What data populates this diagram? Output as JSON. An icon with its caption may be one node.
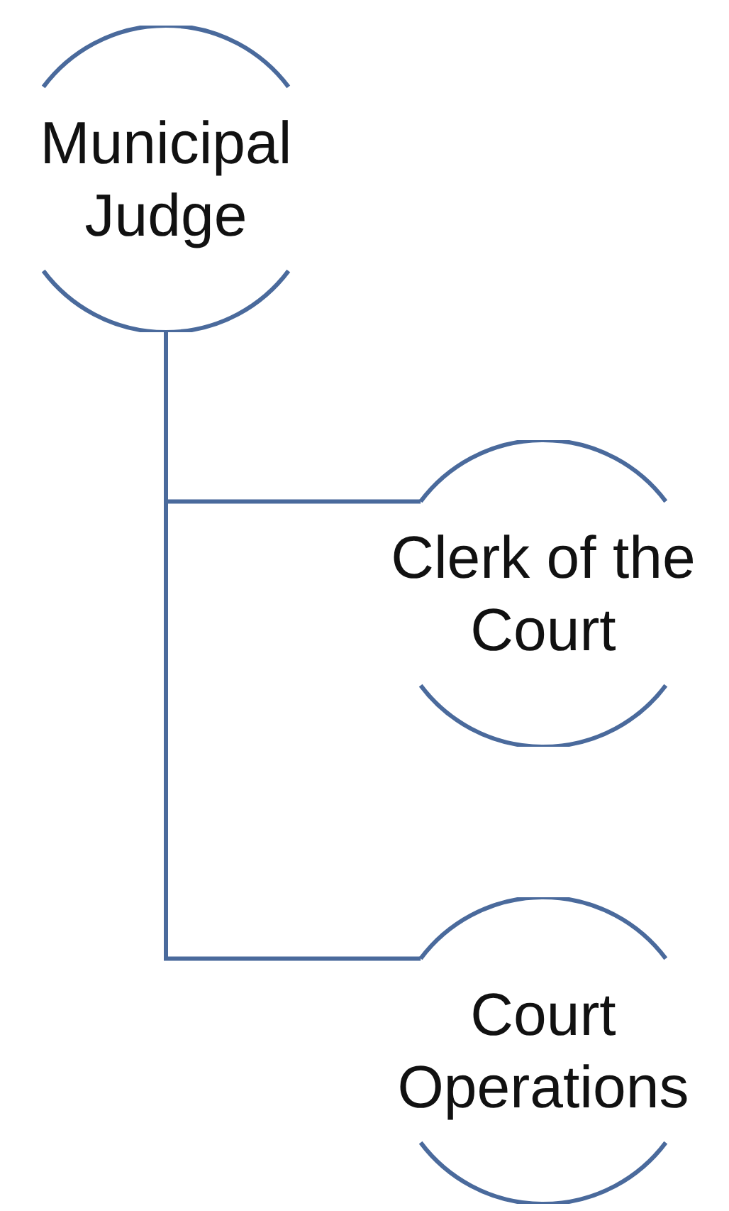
{
  "diagram": {
    "nodes": [
      {
        "text": [
          "Municipal Judge"
        ]
      },
      {
        "text": [
          "Clerk of the Court"
        ]
      },
      {
        "text": [
          "Court Operations"
        ]
      }
    ],
    "edges": [
      {
        "from": 0,
        "to": 1,
        "arrow": "none"
      },
      {
        "from": 0,
        "to": 2,
        "arrow": "none"
      }
    ]
  }
}
